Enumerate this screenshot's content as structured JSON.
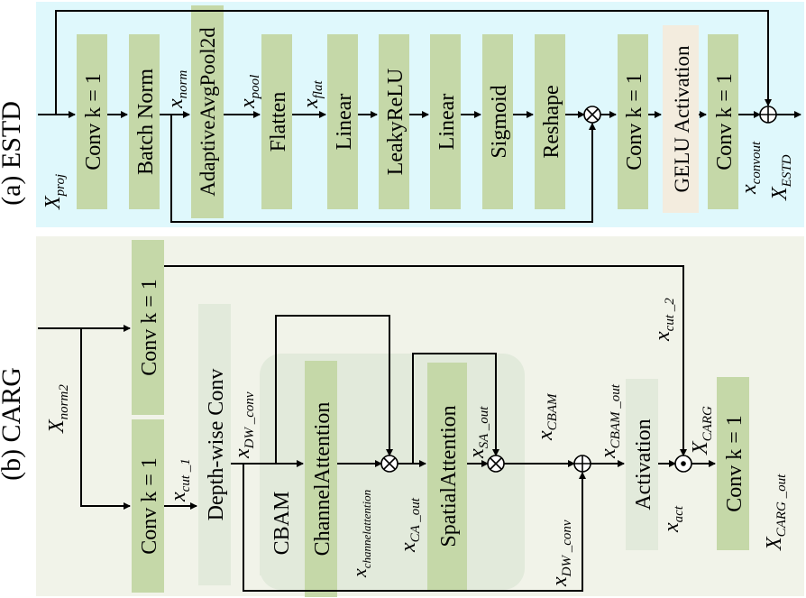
{
  "panel_a": {
    "title": "(a) ESTD",
    "colors": {
      "background": "#dff8fc",
      "block": "#c5d8a8",
      "plain_block": "#f3ecde"
    },
    "blocks": {
      "conv1": "Conv k = 1",
      "batch_norm": "Batch Norm",
      "adaptive_avg_pool": "AdaptiveAvgPool2d",
      "flatten": "Flatten",
      "linear1": "Linear",
      "leaky_relu": "LeakyReLU",
      "linear2": "Linear",
      "sigmoid": "Sigmoid",
      "reshape": "Reshape",
      "conv2": "Conv k = 1",
      "gelu": "GELU Activation",
      "conv3": "Conv k = 1"
    },
    "vars": {
      "x_proj": {
        "base": "X",
        "sub": "proj"
      },
      "x_norm": {
        "base": "x",
        "sub": "norm"
      },
      "x_pool": {
        "base": "x",
        "sub": "pool"
      },
      "x_flat": {
        "base": "x",
        "sub": "flat"
      },
      "x_convout": {
        "base": "x",
        "sub": "convout"
      },
      "x_estd": {
        "base": "X",
        "sub": "ESTD"
      }
    }
  },
  "panel_b": {
    "title": "(b) CARG",
    "colors": {
      "background": "#f1f3e9",
      "block": "#c5d8a8",
      "cbam_group": "#e2eadb"
    },
    "blocks": {
      "conv_top": "Conv k = 1",
      "conv_bottom": "Conv k = 1",
      "depthwise": "Depth-wise Conv",
      "cbam": "CBAM",
      "channel_attention": "ChannelAttention",
      "spatial_attention": "SpatialAttention",
      "activation": "Activation",
      "conv_out": "Conv k = 1"
    },
    "vars": {
      "x_norm2": {
        "base": "X",
        "sub": "norm2"
      },
      "x_cut_1": {
        "base": "x",
        "sub": "cut _1"
      },
      "x_cut_2": {
        "base": "x",
        "sub": "cut _2"
      },
      "x_dw_conv_top": {
        "base": "x",
        "sub": "DW _conv"
      },
      "x_channelattention": {
        "base": "x",
        "sub": "channelattention"
      },
      "x_ca_out": {
        "base": "x",
        "sub": "CA _out"
      },
      "x_sa_out": {
        "base": "x",
        "sub": "SA _out"
      },
      "x_cbam": {
        "base": "x",
        "sub": "CBAM"
      },
      "x_dw_conv_bottom": {
        "base": "x",
        "sub": "DW _conv"
      },
      "x_cbam_out": {
        "base": "x",
        "sub": "CBAM _out"
      },
      "x_act": {
        "base": "x",
        "sub": "act"
      },
      "x_carg": {
        "base": "X",
        "sub": "CARG"
      },
      "x_carg_out": {
        "base": "X",
        "sub": "CARG _out"
      }
    }
  }
}
